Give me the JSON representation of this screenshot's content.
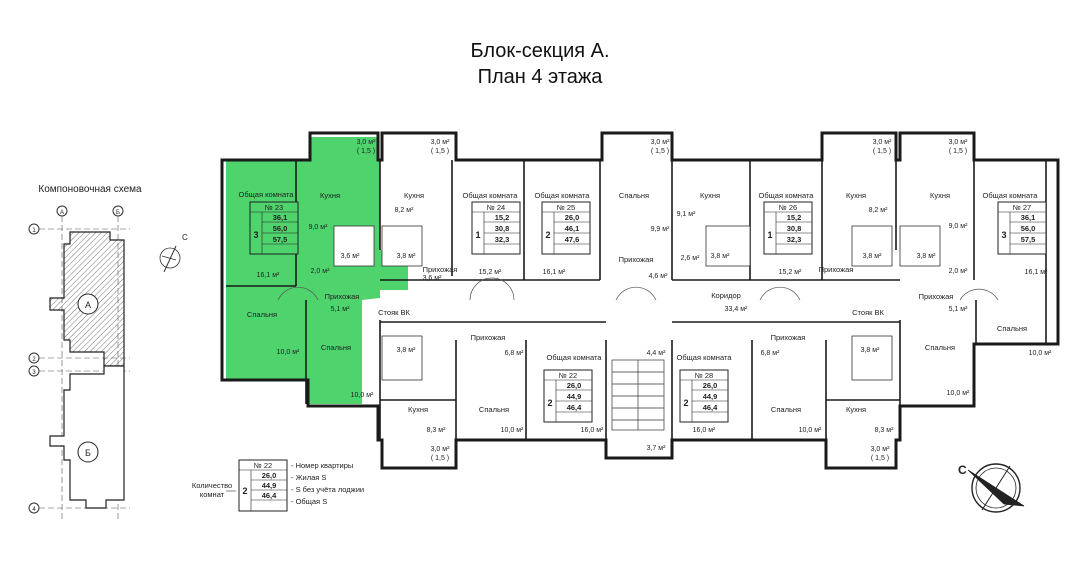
{
  "title": {
    "line1": "Блок-секция А.",
    "line2": "План 4 этажа"
  },
  "scheme": {
    "title": "Компоновочная схема",
    "axes": [
      "А",
      "Б",
      "1",
      "2",
      "3",
      "4"
    ],
    "blocks": [
      "А",
      "Б"
    ]
  },
  "apartments": [
    {
      "no": "№ 23",
      "rooms": "3",
      "living": "36,1",
      "no_loggia": "56,0",
      "total": "57,5",
      "highlighted": true
    },
    {
      "no": "№ 24",
      "rooms": "1",
      "living": "15,2",
      "no_loggia": "30,8",
      "total": "32,3",
      "highlighted": false
    },
    {
      "no": "№ 25",
      "rooms": "2",
      "living": "26,0",
      "no_loggia": "46,1",
      "total": "47,6",
      "highlighted": false
    },
    {
      "no": "№ 26",
      "rooms": "1",
      "living": "15,2",
      "no_loggia": "30,8",
      "total": "32,3",
      "highlighted": false
    },
    {
      "no": "№ 27",
      "rooms": "3",
      "living": "36,1",
      "no_loggia": "56,0",
      "total": "57,5",
      "highlighted": false
    },
    {
      "no": "№ 22",
      "rooms": "2",
      "living": "26,0",
      "no_loggia": "44,9",
      "total": "46,4",
      "highlighted": false
    },
    {
      "no": "№ 28",
      "rooms": "2",
      "living": "26,0",
      "no_loggia": "44,9",
      "total": "46,4",
      "highlighted": false
    }
  ],
  "room_labels": {
    "kitchen": "Кухня",
    "common_room": "Общая комната",
    "bedroom": "Спальня",
    "hall": "Прихожая",
    "corridor": "Коридор",
    "riser": "Стояк ВК"
  },
  "areas": [
    "3,0 м²",
    "( 1,5 )",
    "8,2 м²",
    "9,0 м²",
    "3,6 м²",
    "3,8 м²",
    "16,1 м²",
    "2,0 м²",
    "5,1 м²",
    "10,0 м²",
    "15,2 м²",
    "9,9 м²",
    "9,1 м²",
    "4,6 м²",
    "2,6 м²",
    "33,4 м²",
    "6,8 м²",
    "4,4 м²",
    "16,0 м²",
    "8,3 м²",
    "3,7 м²"
  ],
  "legend": {
    "no": "№ 22",
    "rooms": "2",
    "living": "26,0",
    "no_loggia": "44,9",
    "total": "46,4",
    "side_label_1": "Количество",
    "side_label_2": "комнат",
    "desc_no": "- Номер квартиры",
    "desc_living": "- Жилая S",
    "desc_no_loggia": "- S без учёта лоджии",
    "desc_total": "- Общая S"
  },
  "compass": {
    "letter": "С"
  },
  "colors": {
    "highlight": "#4fd36c",
    "wall": "#1a1a1a",
    "line": "#333333"
  }
}
